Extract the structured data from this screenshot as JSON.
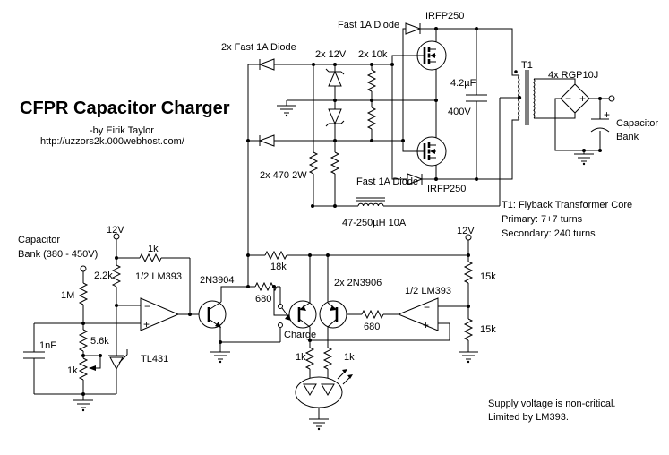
{
  "colors": {
    "background": "#ffffff",
    "ink": "#000000"
  },
  "header": {
    "title": "CFPR Capacitor Charger",
    "byline": "-by Eirik Taylor",
    "url": "http://uzzors2k.000webhost.com/"
  },
  "notes": {
    "transformer": [
      "T1: Flyback Transformer Core",
      "Primary: 7+7 turns",
      "Secondary: 240 turns"
    ],
    "supply": [
      "Supply voltage is non-critical.",
      "Limited by LM393."
    ]
  },
  "signs": {
    "minus": "−",
    "plus": "+"
  },
  "schematic": {
    "fast_diode_top": "Fast 1A Diode",
    "fast_diode_2x": "2x Fast 1A Diode",
    "fast_diode_bot": "Fast 1A Diode",
    "zeners": "2x 12V",
    "pulldowns": "2x 10k",
    "mosfet_top": "IRFP250",
    "mosfet_bot": "IRFP250",
    "cap_value": "4.2µF",
    "cap_voltage": "400V",
    "transformer": "T1",
    "bridge": "4x RGP10J",
    "cap_bank_line1": "Capacitor",
    "cap_bank_line2": "Bank",
    "gate_resistors": "2x 470 2W",
    "inductor": "47-250µH 10A",
    "cap_bank_left_line1": "Capacitor",
    "cap_bank_left_line2": "Bank (380 - 450V)",
    "v12_left": "12V",
    "v12_right": "12V",
    "r_feedback": "1k",
    "r_2k2": "2.2k",
    "r_1m": "1M",
    "comparator_left": "1/2 LM393",
    "comparator_right": "1/2 LM393",
    "npn": "2N3904",
    "pnp_pair": "2x 2N3906",
    "r_680_left": "680",
    "r_680_right": "680",
    "r_18k": "18k",
    "charge_switch": "Charge",
    "c_1nf": "1nF",
    "r_5k6": "5.6k",
    "shunt_reg": "TL431",
    "r_pot": "1k",
    "r_15k_top": "15k",
    "r_15k_bot": "15k",
    "r_led_left": "1k",
    "r_led_right": "1k"
  }
}
